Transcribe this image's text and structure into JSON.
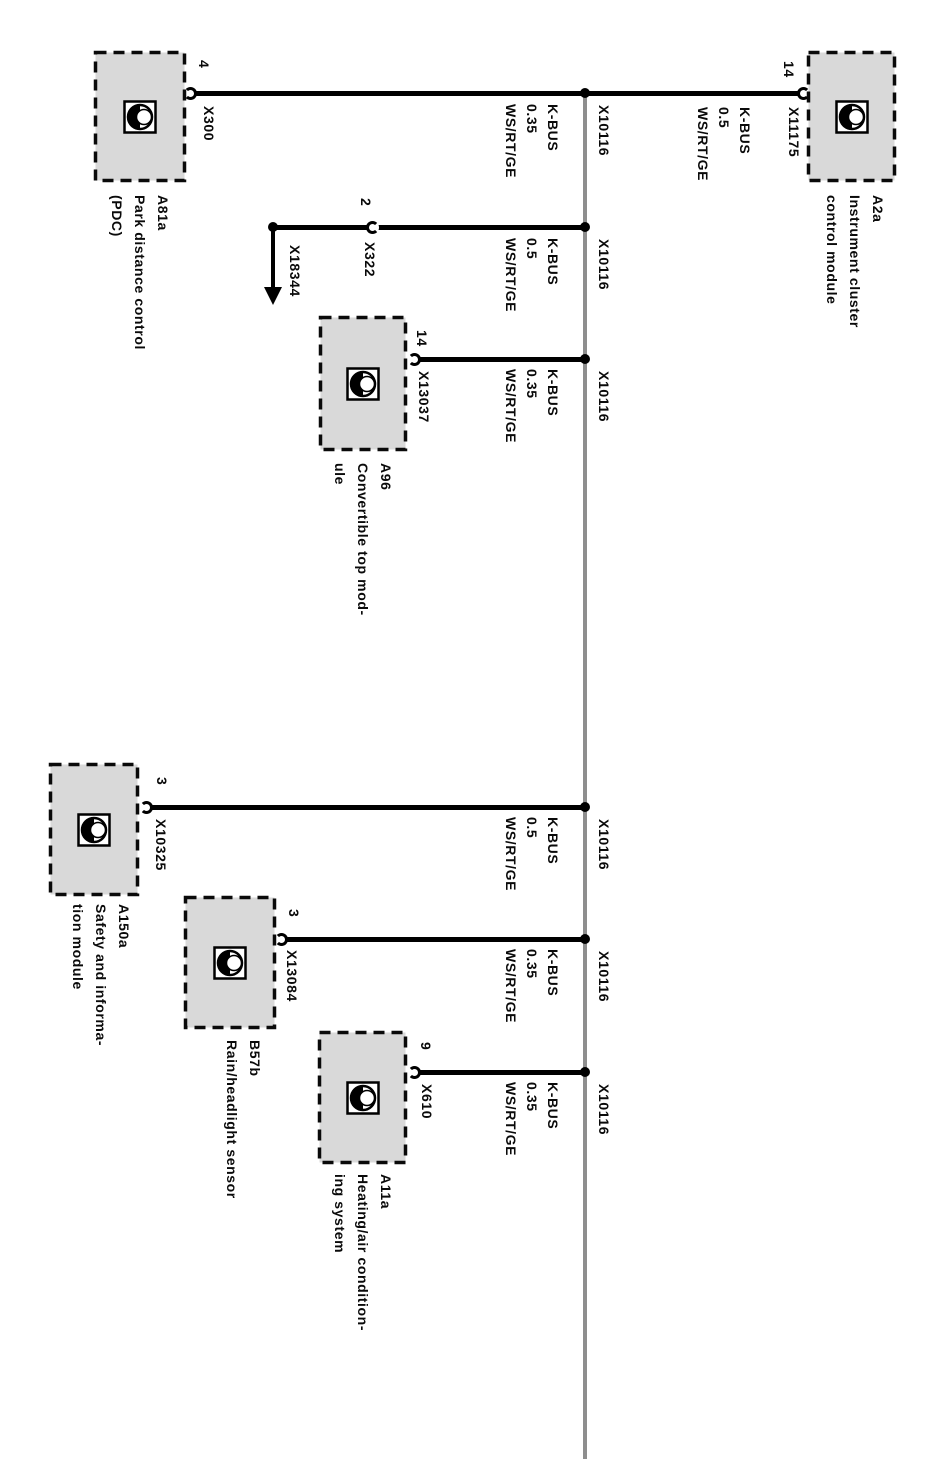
{
  "diagram": {
    "type": "automotive wiring diagram",
    "bus_name": "K-BUS",
    "junction_label": "X10116"
  },
  "colors": {
    "wire": "#000000",
    "bus_line": "#8e8e8e",
    "module_fill": "#d9d9d9",
    "background": "#ffffff"
  },
  "modules": [
    {
      "id": "A2a",
      "name_lines": [
        "A2a",
        "Instrument cluster",
        "control module"
      ],
      "pin": "14",
      "connector": "X11175",
      "wire_lines": [
        "K-BUS",
        "0.5",
        "WS/RT/GE"
      ]
    },
    {
      "id": "A81a",
      "name_lines": [
        "A81a",
        "Park distance control",
        "(PDC)"
      ],
      "pin": "4",
      "connector": "X300",
      "wire_lines": [
        "K-BUS",
        "0.35",
        "WS/RT/GE"
      ]
    },
    {
      "id": "A96",
      "name_lines": [
        "A96",
        "Convertible top mod-",
        "ule"
      ],
      "pin": "14",
      "connector": "X13037",
      "wire_lines": [
        "K-BUS",
        "0.35",
        "WS/RT/GE"
      ]
    },
    {
      "id": "A150a",
      "name_lines": [
        "A150a",
        "Safety and informa-",
        "tion module"
      ],
      "pin": "3",
      "connector": "X10325",
      "wire_lines": [
        "K-BUS",
        "0.5",
        "WS/RT/GE"
      ]
    },
    {
      "id": "B57b",
      "name_lines": [
        "B57b",
        "Rain/headlight sensor"
      ],
      "pin": "3",
      "connector": "X13084",
      "wire_lines": [
        "K-BUS",
        "0.35",
        "WS/RT/GE"
      ]
    },
    {
      "id": "A11a",
      "name_lines": [
        "A11a",
        "Heating/air condition-",
        "ing system"
      ],
      "pin": "9",
      "connector": "X610",
      "wire_lines": [
        "K-BUS",
        "0.35",
        "WS/RT/GE"
      ]
    }
  ],
  "branch": {
    "pin": "2",
    "connector": "X322",
    "arrow_target": "X18344",
    "wire_lines": [
      "K-BUS",
      "0.5",
      "WS/RT/GE"
    ]
  }
}
